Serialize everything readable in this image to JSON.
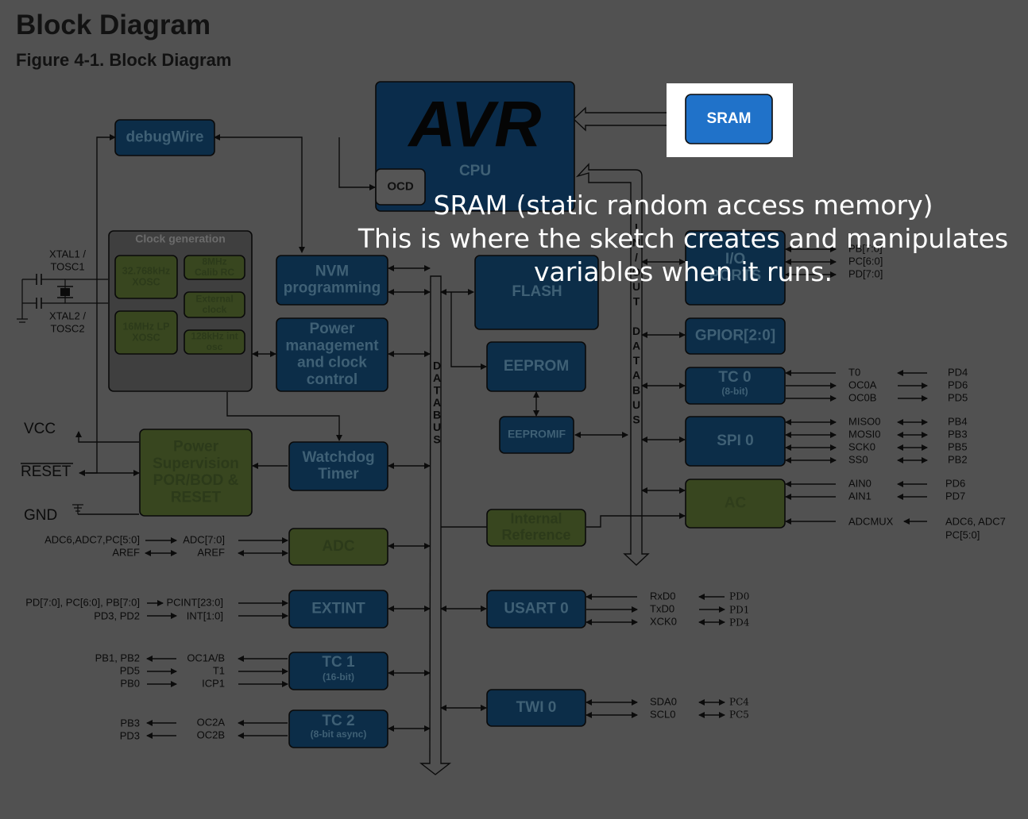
{
  "page_title": "Block Diagram",
  "figure_title": "Figure 4-1.  Block Diagram",
  "overlay": {
    "line1": "SRAM (static random access memory)",
    "line2": "This is where the sketch creates and manipulates",
    "line3": "variables when it runs."
  },
  "colors": {
    "background": "#515151",
    "blue_block": "#0c2d48",
    "green_block": "#38461f",
    "highlight": "#2072c9",
    "line": "#0b0b0b"
  },
  "blocks": {
    "debugwire": "debugWire",
    "avr_logo": "AVR",
    "cpu": "CPU",
    "ocd": "OCD",
    "sram": "SRAM",
    "clock_generation": "Clock generation",
    "xosc_32k": [
      "32.768kHz",
      "XOSC"
    ],
    "calib_rc": [
      "8MHz",
      "Calib RC"
    ],
    "external_clock": [
      "External",
      "clock"
    ],
    "lp_xosc": [
      "16MHz LP",
      "XOSC"
    ],
    "int_osc": [
      "128kHz int",
      "osc"
    ],
    "nvm": [
      "NVM",
      "programming"
    ],
    "power_mgmt": [
      "Power",
      "management",
      "and clock",
      "control"
    ],
    "flash": "FLASH",
    "eeprom": "EEPROM",
    "eepromif": "EEPROMIF",
    "io_ports": [
      "I/O",
      "PORTS"
    ],
    "gpior": "GPIOR[2:0]",
    "tc0": "TC 0",
    "tc0_sub": "(8-bit)",
    "spi0": "SPI 0",
    "ac": "AC",
    "power_supervision": [
      "Power",
      "Supervision",
      "POR/BOD &",
      "RESET"
    ],
    "watchdog": [
      "Watchdog",
      "Timer"
    ],
    "adc": "ADC",
    "internal_reference": [
      "Internal",
      "Reference"
    ],
    "extint": "EXTINT",
    "usart0": "USART 0",
    "tc1": "TC 1",
    "tc1_sub": "(16-bit)",
    "twi0": "TWI 0",
    "tc2": "TC 2",
    "tc2_sub": "(8-bit async)"
  },
  "bus_left": "DATABUS",
  "bus_right": [
    "I",
    "N",
    "/",
    "O",
    "U",
    "T",
    " ",
    "D",
    "A",
    "T",
    "A",
    "B",
    "U",
    "S"
  ],
  "pins_left": {
    "xtal1": [
      "XTAL1 /",
      "TOSC1"
    ],
    "xtal2": [
      "XTAL2 /",
      "TOSC2"
    ],
    "vcc": "VCC",
    "reset": "RESET",
    "gnd": "GND",
    "adc_pins": [
      "ADC6,ADC7,PC[5:0]",
      "AREF"
    ],
    "adc_sigs": [
      "ADC[7:0]",
      "AREF"
    ],
    "extint_pins": [
      "PD[7:0], PC[6:0], PB[7:0]",
      "PD3, PD2"
    ],
    "extint_sigs": [
      "PCINT[23:0]",
      "INT[1:0]"
    ],
    "tc1_pins": [
      "PB1, PB2",
      "PD5",
      "PB0"
    ],
    "tc1_sigs": [
      "OC1A/B",
      "T1",
      "ICP1"
    ],
    "tc2_pins": [
      "PB3",
      "PD3"
    ],
    "tc2_sigs": [
      "OC2A",
      "OC2B"
    ]
  },
  "pins_right": {
    "io_sigs": [
      "PB[7:0]",
      "PC[6:0]",
      "PD[7:0]"
    ],
    "tc0_sigs": [
      "T0",
      "OC0A",
      "OC0B"
    ],
    "tc0_pins": [
      "PD4",
      "PD6",
      "PD5"
    ],
    "spi_sigs": [
      "MISO0",
      "MOSI0",
      "SCK0",
      "SS0"
    ],
    "spi_pins": [
      "PB4",
      "PB3",
      "PB5",
      "PB2"
    ],
    "ac_sigs": [
      "AIN0",
      "AIN1",
      "ADCMUX"
    ],
    "ac_pins": [
      "PD6",
      "PD7",
      "ADC6, ADC7",
      "PC[5:0]"
    ],
    "usart_sigs": [
      "RxD0",
      "TxD0",
      "XCK0"
    ],
    "usart_pins": [
      "PD0",
      "PD1",
      "PD4"
    ],
    "twi_sigs": [
      "SDA0",
      "SCL0"
    ],
    "twi_pins": [
      "PC4",
      "PC5"
    ]
  }
}
